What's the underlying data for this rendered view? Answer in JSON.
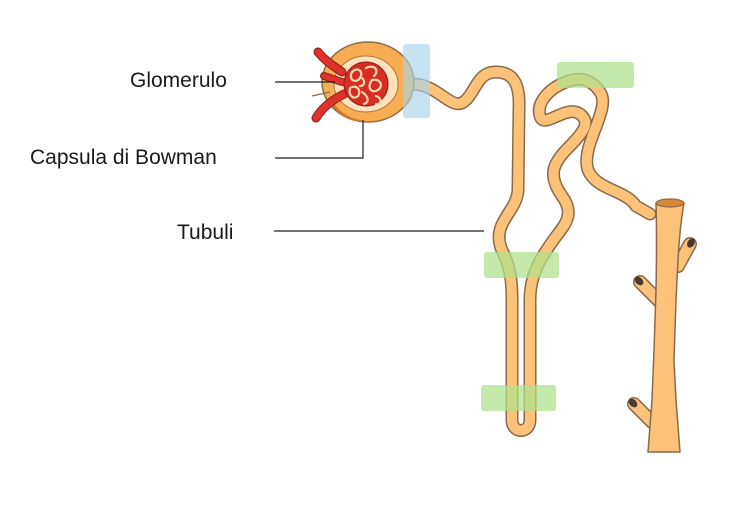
{
  "labels": {
    "glomerulo": "Glomerulo",
    "capsula": "Capsula di Bowman",
    "tubuli": "Tubuli"
  },
  "colors": {
    "tubule_fill": "#fcc27a",
    "tubule_outline": "#8a6a48",
    "capsule_fill": "#f7ad52",
    "capsule_dark": "#cf7c2a",
    "vessel_red": "#e0322a",
    "highlight_blue": "#a9d4ea",
    "highlight_green": "#aee089",
    "leader_line": "#222222"
  }
}
